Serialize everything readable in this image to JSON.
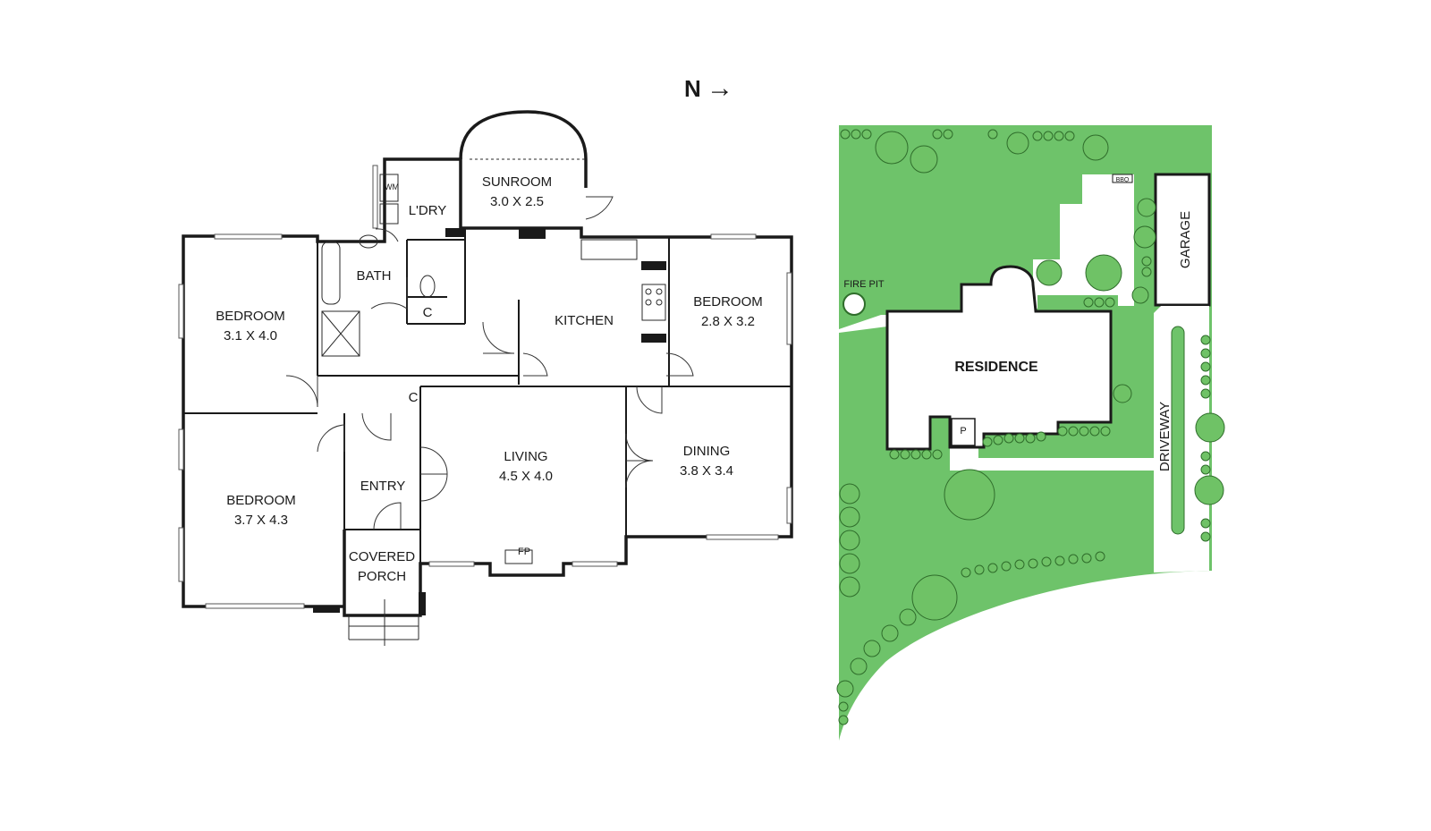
{
  "compass": {
    "label": "N",
    "arrow": "→"
  },
  "colors": {
    "lawn": "#6ec36a",
    "wall": "#1a1a1a",
    "paving": "#ffffff"
  },
  "floorplan": {
    "rooms": {
      "sunroom": {
        "name": "SUNROOM",
        "dims": "3.0 X 2.5"
      },
      "laundry": {
        "name": "L'DRY"
      },
      "laundry_wm": "WM",
      "bath": {
        "name": "BATH"
      },
      "cupboard_1": "C",
      "cupboard_2": "C",
      "kitchen": {
        "name": "KITCHEN"
      },
      "bedroom_ne": {
        "name": "BEDROOM",
        "dims": "2.8 X 3.2"
      },
      "bedroom_w1": {
        "name": "BEDROOM",
        "dims": "3.1 X 4.0"
      },
      "bedroom_w2": {
        "name": "BEDROOM",
        "dims": "3.7 X 4.3"
      },
      "living": {
        "name": "LIVING",
        "dims": "4.5 X 4.0"
      },
      "dining": {
        "name": "DINING",
        "dims": "3.8 X 3.4"
      },
      "entry": {
        "name": "ENTRY"
      },
      "porch": {
        "line1": "COVERED",
        "line2": "PORCH"
      },
      "fireplace": "FP"
    }
  },
  "siteplan": {
    "residence": "RESIDENCE",
    "garage": "GARAGE",
    "driveway": "DRIVEWAY",
    "fire_pit": "FIRE PIT",
    "bbq": "BBQ",
    "parking": "P"
  }
}
